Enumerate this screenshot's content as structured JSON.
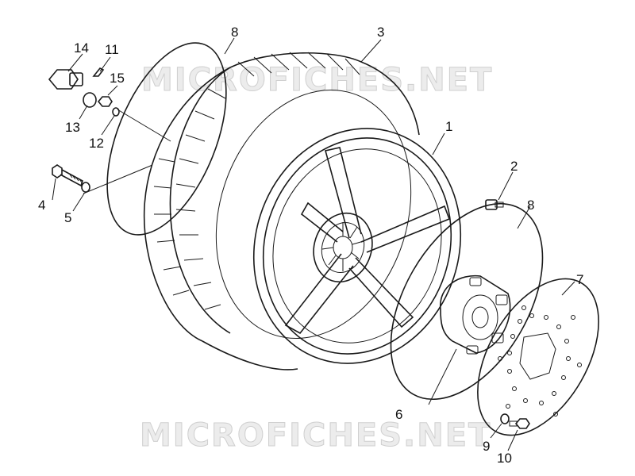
{
  "watermarks": [
    "MICROFICHES.NET",
    "MICROFICHES.NET"
  ],
  "callouts": {
    "c1": "1",
    "c2": "2",
    "c3": "3",
    "c4": "4",
    "c5": "5",
    "c6": "6",
    "c7": "7",
    "c8a": "8",
    "c8b": "8",
    "c9": "9",
    "c10": "10",
    "c11": "11",
    "c12": "12",
    "c13": "13",
    "c14": "14",
    "c15": "15"
  }
}
